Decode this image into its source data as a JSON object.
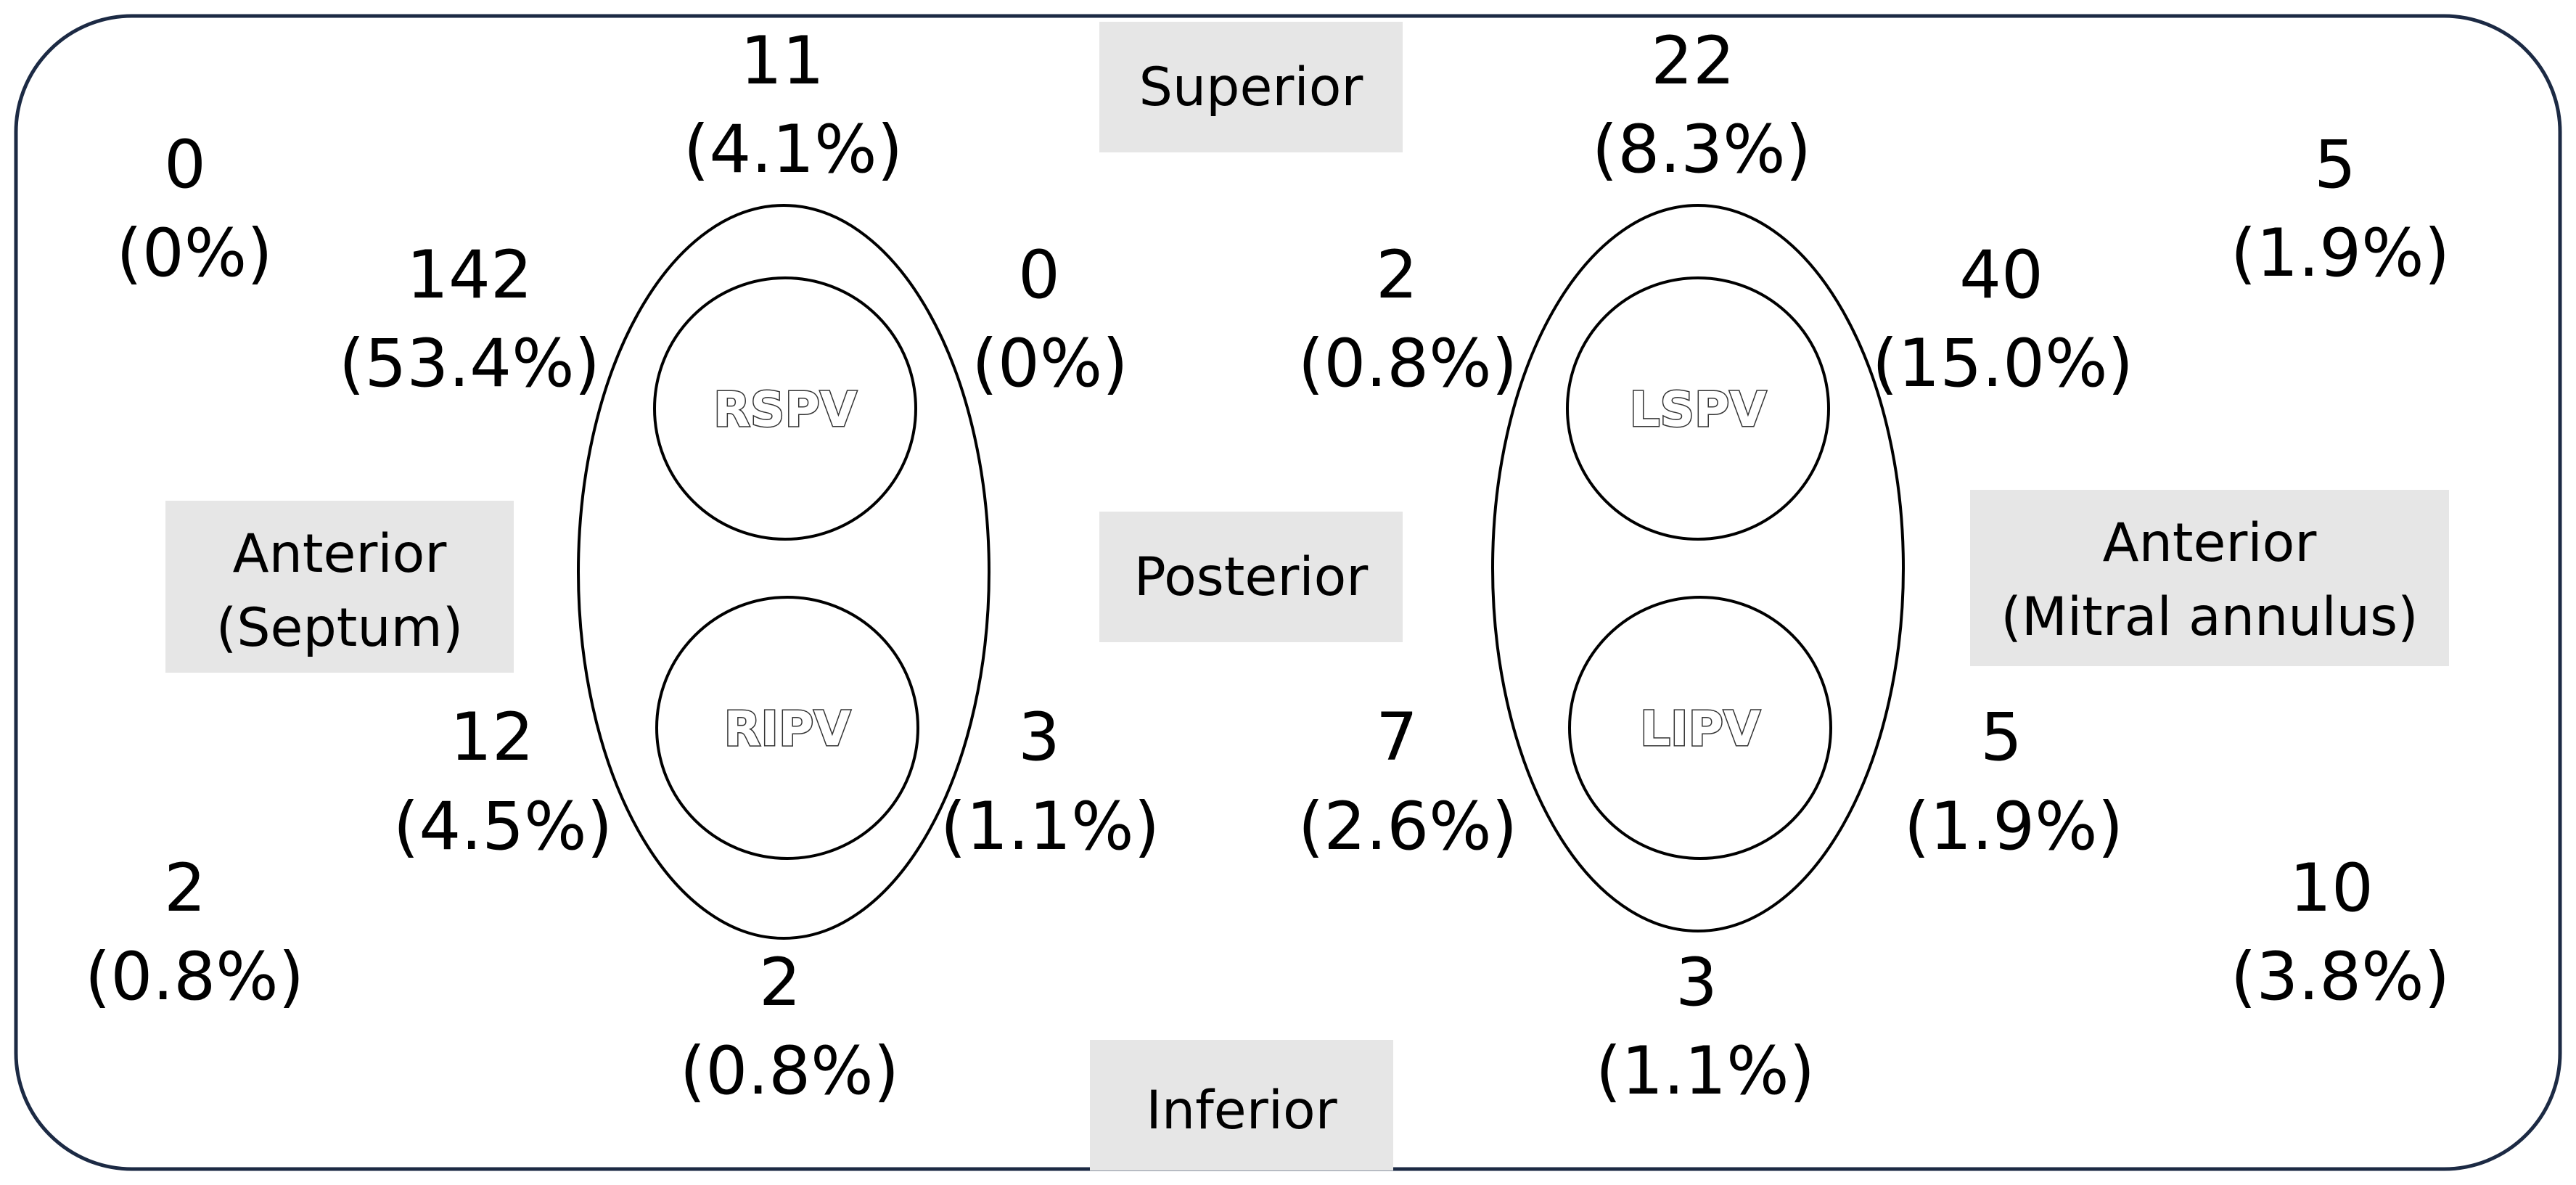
{
  "regions": {
    "superior": "Superior",
    "posterior": "Posterior",
    "inferior": "Inferior",
    "anterior_septum": [
      "Anterior",
      "(Septum)"
    ],
    "anterior_mitral": [
      "Anterior",
      "(Mitral annulus)"
    ]
  },
  "veins": {
    "rspv": "RSPV",
    "ripv": "RIPV",
    "lspv": "LSPV",
    "lipv": "LIPV"
  },
  "counts": {
    "top_left_corner": {
      "n": "0",
      "pct": "(0%)"
    },
    "right_superior": {
      "n": "11",
      "pct": "(4.1%)"
    },
    "left_superior": {
      "n": "22",
      "pct": "(8.3%)"
    },
    "top_right_corner": {
      "n": "5",
      "pct": "(1.9%)"
    },
    "rspv_anterior": {
      "n": "142",
      "pct": "(53.4%)"
    },
    "rspv_posterior": {
      "n": "0",
      "pct": "(0%)"
    },
    "lspv_posterior": {
      "n": "2",
      "pct": "(0.8%)"
    },
    "lspv_anterior": {
      "n": "40",
      "pct": "(15.0%)"
    },
    "ripv_anterior": {
      "n": "12",
      "pct": "(4.5%)"
    },
    "ripv_posterior": {
      "n": "3",
      "pct": "(1.1%)"
    },
    "lipv_posterior": {
      "n": "7",
      "pct": "(2.6%)"
    },
    "lipv_anterior": {
      "n": "5",
      "pct": "(1.9%)"
    },
    "bottom_left_corner": {
      "n": "2",
      "pct": "(0.8%)"
    },
    "right_inferior": {
      "n": "2",
      "pct": "(0.8%)"
    },
    "left_inferior": {
      "n": "3",
      "pct": "(1.1%)"
    },
    "bottom_right_corner": {
      "n": "10",
      "pct": "(3.8%)"
    }
  }
}
